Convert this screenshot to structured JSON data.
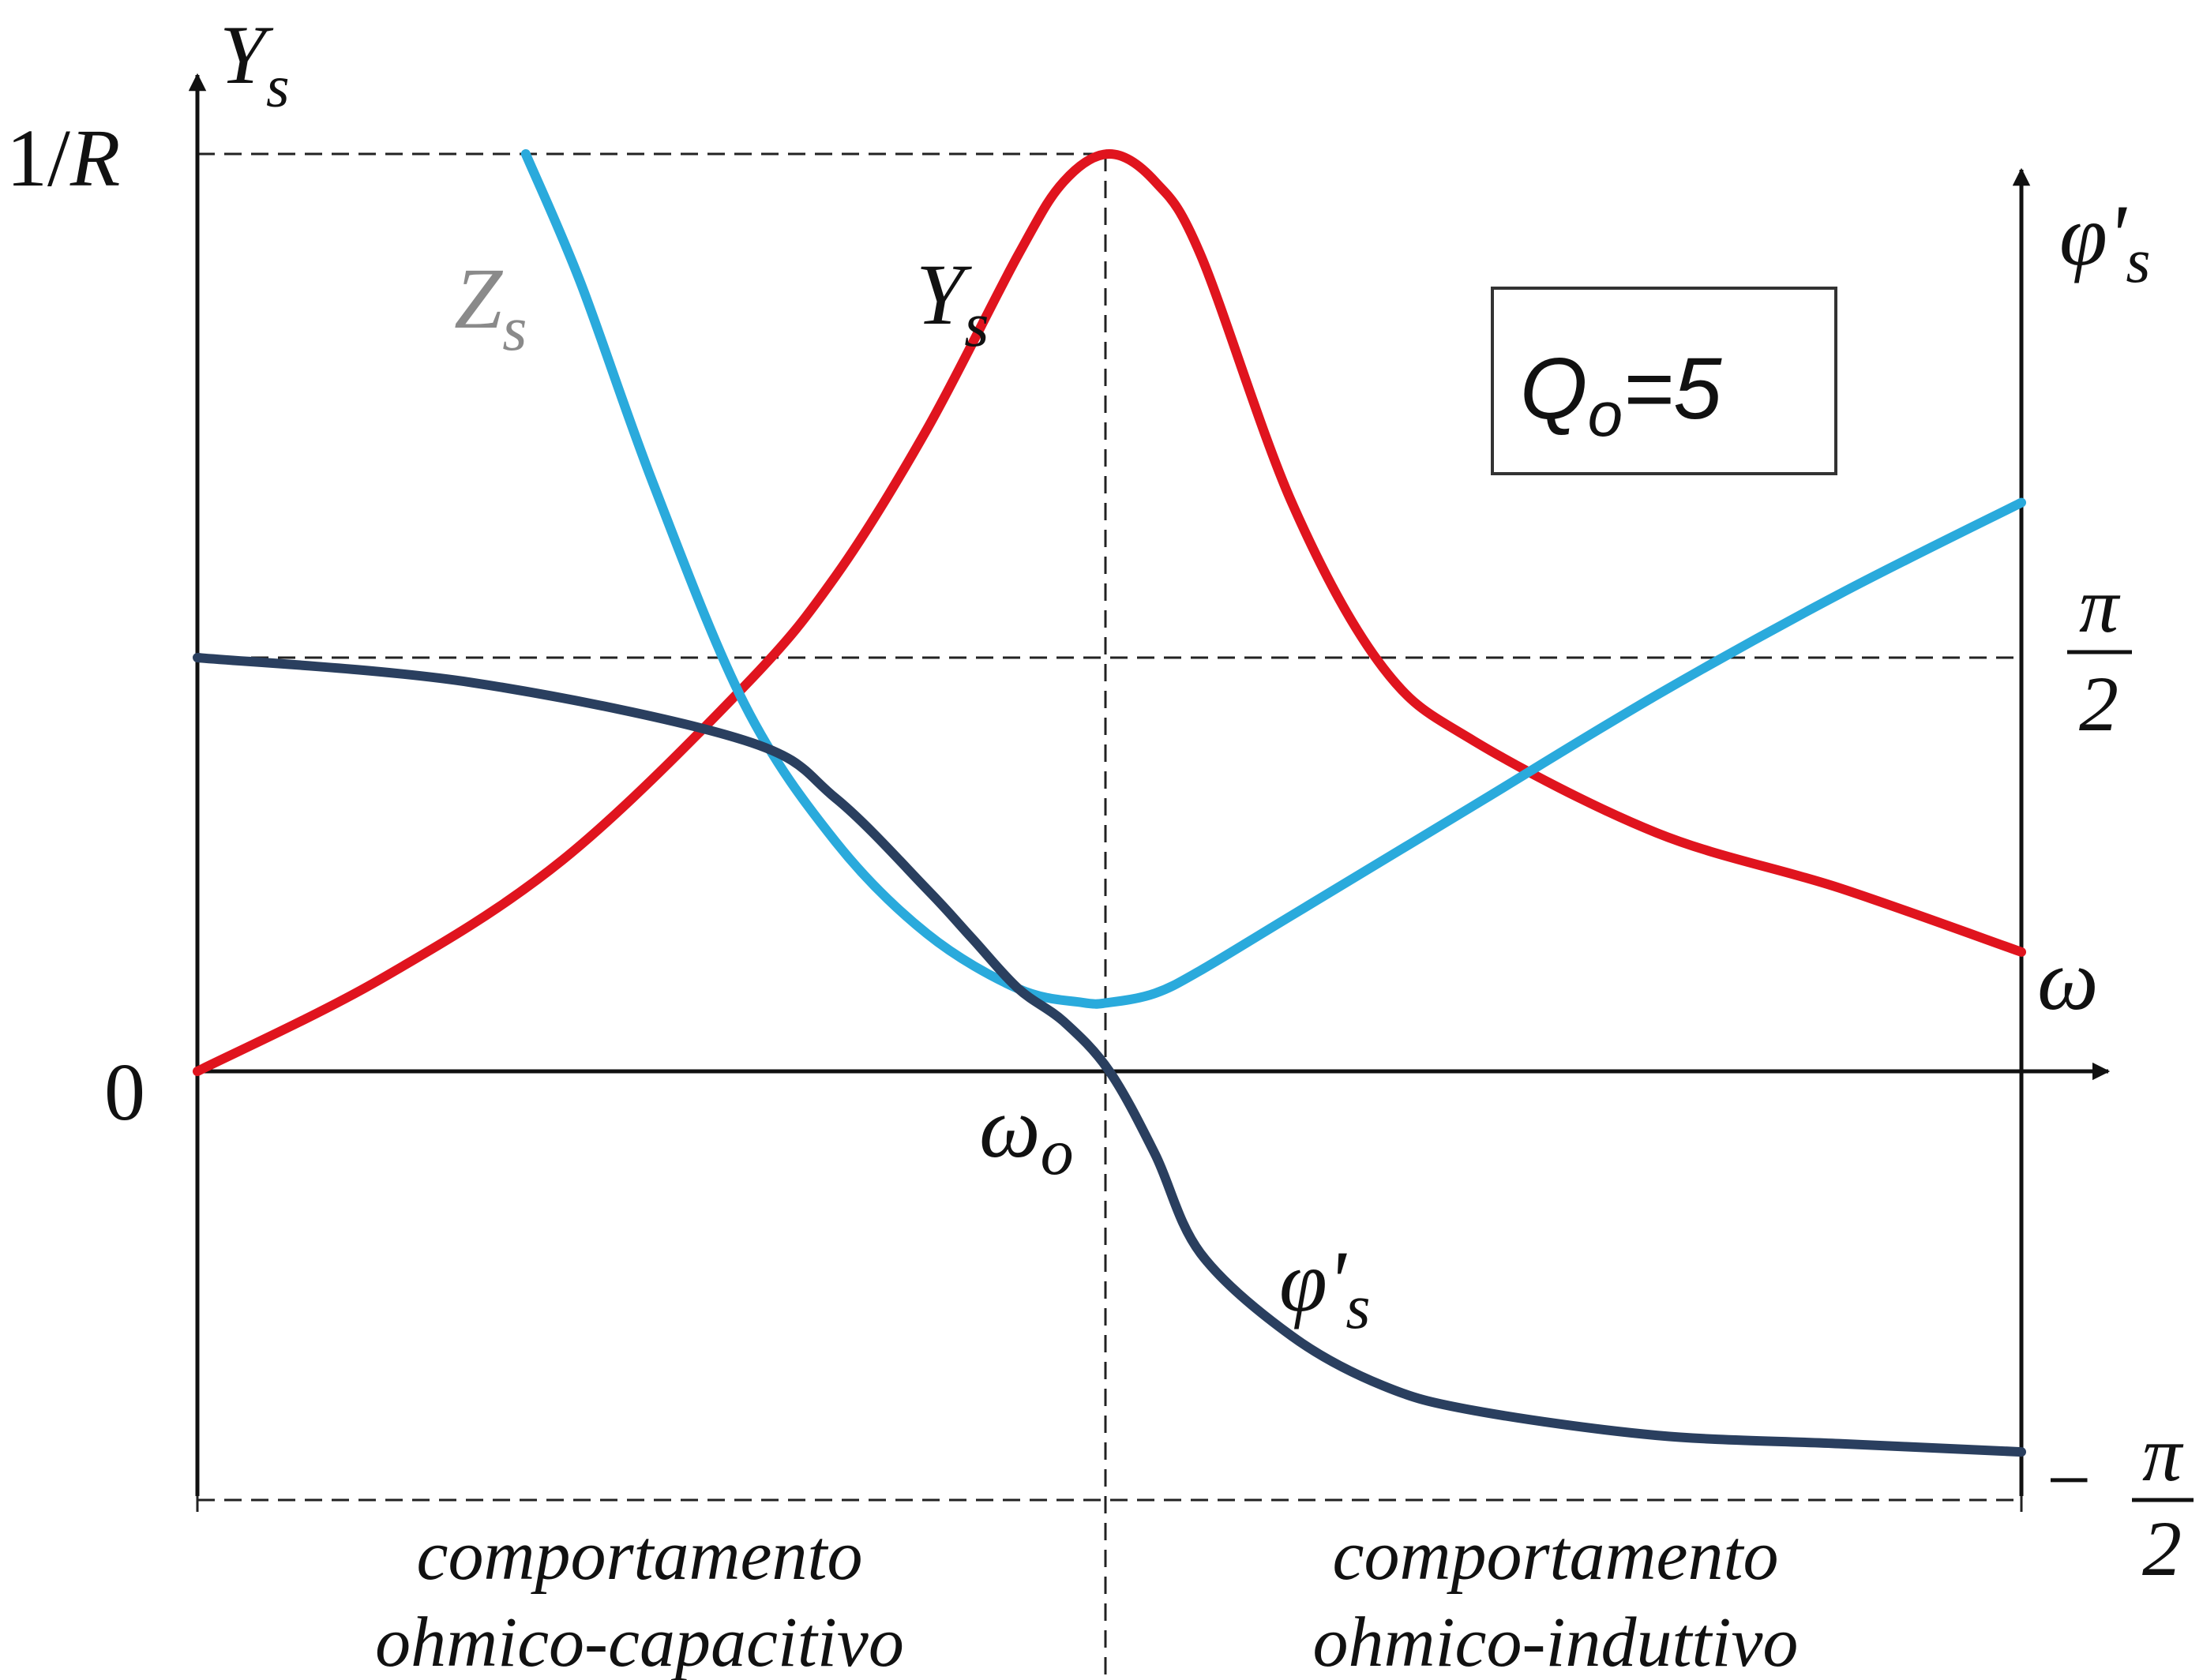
{
  "chart_data": {
    "type": "line",
    "x_axis_label": "ω",
    "left_axis_label": "Y",
    "left_axis_label_sub": "s",
    "right_axis_label": "φ'",
    "right_axis_label_sub": "s",
    "left_ticks": {
      "top": "1/R",
      "zero": "0"
    },
    "right_ticks": {
      "plus_half_pi": {
        "num": "π",
        "den": "2"
      },
      "minus_half_pi": {
        "sign": "−",
        "num": "π",
        "den": "2"
      }
    },
    "resonance_label": "ω",
    "resonance_label_sub": "o",
    "parameter_box": {
      "main": "Q",
      "sub": "o",
      "rest": "=5"
    },
    "regions": [
      {
        "line1": "comportamento",
        "line2": "ohmico-capacitivo"
      },
      {
        "line1": "comportamento",
        "line2": "ohmico-induttivo"
      }
    ],
    "grid": false,
    "omega_range": [
      0,
      2
    ],
    "omega0": 1,
    "Q0": 5,
    "series": [
      {
        "name": "Y",
        "sub": "s",
        "color": "#e0141e",
        "omega": [
          0,
          0.2,
          0.4,
          0.6,
          0.7,
          0.8,
          0.9,
          0.95,
          1.0,
          1.05,
          1.1,
          1.2,
          1.3,
          1.4,
          1.6,
          1.8,
          2.0
        ],
        "value": [
          0,
          0.1,
          0.23,
          0.42,
          0.54,
          0.7,
          0.89,
          0.97,
          1.0,
          0.97,
          0.89,
          0.62,
          0.44,
          0.36,
          0.26,
          0.2,
          0.13
        ]
      },
      {
        "name": "Z",
        "sub": "s",
        "color": "#2aaadc",
        "omega": [
          0.36,
          0.42,
          0.5,
          0.6,
          0.7,
          0.8,
          0.9,
          0.97,
          1.0,
          1.05,
          1.1,
          1.2,
          1.4,
          1.6,
          1.8,
          2.0
        ],
        "value": [
          1.0,
          0.86,
          0.64,
          0.4,
          0.25,
          0.15,
          0.09,
          0.075,
          0.075,
          0.085,
          0.11,
          0.17,
          0.29,
          0.41,
          0.52,
          0.62
        ]
      },
      {
        "name": "φ'",
        "sub": "s",
        "color": "#2a3f5f",
        "omega": [
          0,
          0.3,
          0.6,
          0.7,
          0.8,
          0.85,
          0.9,
          0.95,
          1.0,
          1.05,
          1.1,
          1.2,
          1.3,
          1.4,
          1.6,
          1.8,
          2.0
        ],
        "value": [
          0.5,
          0.47,
          0.4,
          0.33,
          0.22,
          0.16,
          0.1,
          0.06,
          0,
          -0.1,
          -0.22,
          -0.32,
          -0.38,
          -0.41,
          -0.44,
          -0.45,
          -0.46
        ]
      }
    ]
  }
}
